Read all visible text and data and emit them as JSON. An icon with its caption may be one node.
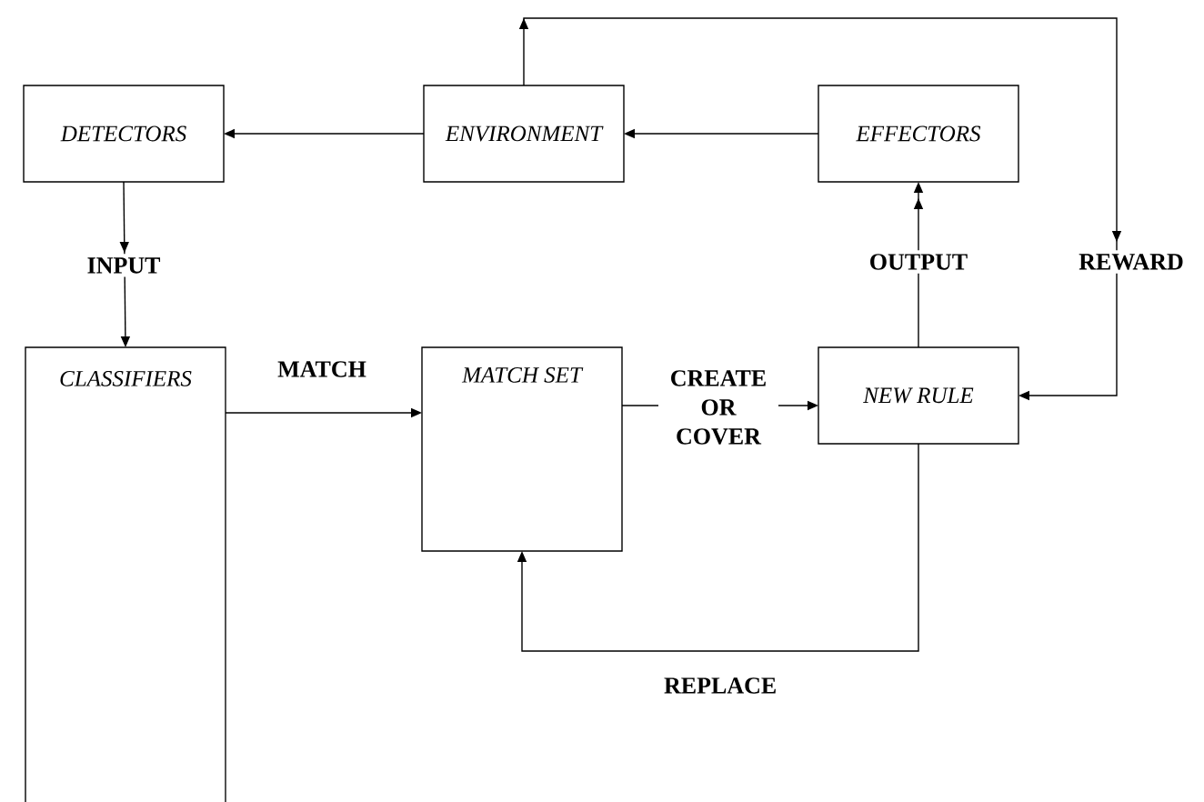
{
  "diagram": {
    "nodes": [
      {
        "text": [
          "DETECTORS"
        ]
      },
      {
        "text": [
          "ENVIRONMENT"
        ]
      },
      {
        "text": [
          "EFFECTORS"
        ]
      },
      {
        "text": [
          "CLASSIFIERS"
        ]
      },
      {
        "text": [
          "MATCH SET"
        ]
      },
      {
        "text": [
          "NEW RULE"
        ]
      }
    ],
    "edges": [
      {
        "from": 1,
        "to": 0,
        "arrow": "to"
      },
      {
        "from": 2,
        "to": 1,
        "arrow": "to"
      },
      {
        "from": 0,
        "to": 3,
        "arrow": "to",
        "label": "INPUT"
      },
      {
        "from": 5,
        "to": 2,
        "arrow": "to",
        "label": "OUTPUT"
      },
      {
        "from": 1,
        "to": 5,
        "arrow": "to",
        "label": "REWARD"
      },
      {
        "from": 3,
        "to": 4,
        "arrow": "to",
        "label": "MATCH"
      },
      {
        "from": 4,
        "to": 5,
        "arrow": "to",
        "label": "CREATE OR COVER"
      },
      {
        "from": 5,
        "to": 4,
        "arrow": "to",
        "label": "REPLACE"
      }
    ]
  }
}
